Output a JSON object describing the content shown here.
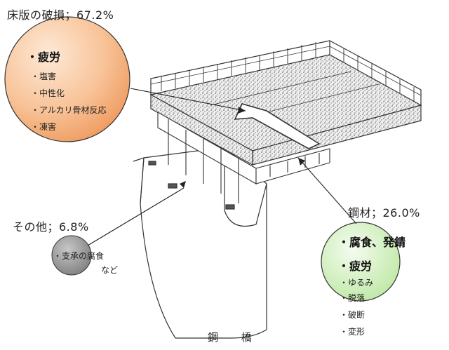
{
  "floor_slab": {
    "label": "床版の破損；67.2%",
    "items": [
      "・疲労",
      "・塩害",
      "・中性化",
      "・アルカリ骨材反応",
      "・凍害"
    ]
  },
  "steel": {
    "label": "鋼材；26.0%",
    "items": [
      "・腐食、発錆",
      "・疲労",
      "・ゆるみ",
      "・脱落",
      "・破断",
      "・変形"
    ]
  },
  "other": {
    "label": "その他；6.8%",
    "items": [
      "・支承の腐食",
      "など"
    ]
  },
  "caption": "鋼 橋",
  "colors": {
    "slab_circle": "#f6b585",
    "steel_circle": "#d6f2c4",
    "other_circle": "#9a9a9a"
  }
}
